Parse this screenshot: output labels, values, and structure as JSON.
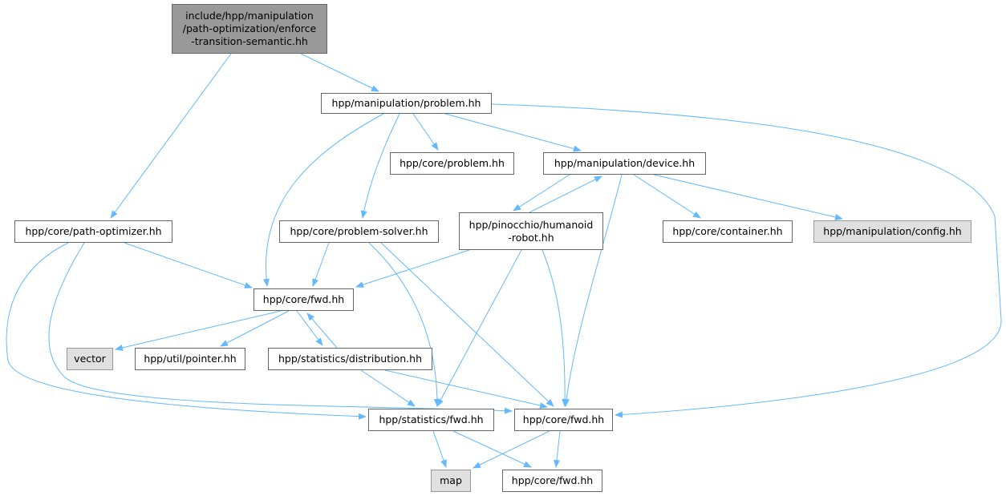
{
  "edge_color": "#63b8ff",
  "nodes": [
    {
      "id": "root",
      "label": "include/hpp/manipulation\n/path-optimization/enforce\n-transition-semantic.hh",
      "kind": "root"
    },
    {
      "id": "mproblem",
      "label": "hpp/manipulation/problem.hh",
      "kind": "normal"
    },
    {
      "id": "cproblem",
      "label": "hpp/core/problem.hh",
      "kind": "normal"
    },
    {
      "id": "device",
      "label": "hpp/manipulation/device.hh",
      "kind": "normal"
    },
    {
      "id": "pathopt",
      "label": "hpp/core/path-optimizer.hh",
      "kind": "normal"
    },
    {
      "id": "psolver",
      "label": "hpp/core/problem-solver.hh",
      "kind": "normal"
    },
    {
      "id": "humanoid",
      "label": "hpp/pinocchio/humanoid\n-robot.hh",
      "kind": "normal"
    },
    {
      "id": "container",
      "label": "hpp/core/container.hh",
      "kind": "normal"
    },
    {
      "id": "config",
      "label": "hpp/manipulation/config.hh",
      "kind": "external"
    },
    {
      "id": "cfwd1",
      "label": "hpp/core/fwd.hh",
      "kind": "normal"
    },
    {
      "id": "vector",
      "label": "vector",
      "kind": "external"
    },
    {
      "id": "pointer",
      "label": "hpp/util/pointer.hh",
      "kind": "normal"
    },
    {
      "id": "distrib",
      "label": "hpp/statistics/distribution.hh",
      "kind": "normal"
    },
    {
      "id": "sfwd",
      "label": "hpp/statistics/fwd.hh",
      "kind": "normal"
    },
    {
      "id": "cfwd2",
      "label": "hpp/core/fwd.hh",
      "kind": "normal"
    },
    {
      "id": "map",
      "label": "map",
      "kind": "external"
    },
    {
      "id": "cfwd3",
      "label": "hpp/core/fwd.hh",
      "kind": "normal"
    }
  ],
  "edges": [
    [
      "root",
      "pathopt"
    ],
    [
      "root",
      "mproblem"
    ],
    [
      "mproblem",
      "cproblem"
    ],
    [
      "mproblem",
      "device"
    ],
    [
      "mproblem",
      "psolver"
    ],
    [
      "mproblem",
      "cfwd1"
    ],
    [
      "mproblem",
      "cfwd2"
    ],
    [
      "device",
      "humanoid"
    ],
    [
      "humanoid",
      "device"
    ],
    [
      "device",
      "cfwd2"
    ],
    [
      "device",
      "container"
    ],
    [
      "device",
      "config"
    ],
    [
      "pathopt",
      "cfwd1"
    ],
    [
      "pathopt",
      "sfwd"
    ],
    [
      "pathopt",
      "cfwd2"
    ],
    [
      "psolver",
      "cfwd1"
    ],
    [
      "psolver",
      "sfwd"
    ],
    [
      "psolver",
      "cfwd2"
    ],
    [
      "humanoid",
      "cfwd1"
    ],
    [
      "humanoid",
      "sfwd"
    ],
    [
      "humanoid",
      "cfwd2"
    ],
    [
      "cfwd1",
      "vector"
    ],
    [
      "cfwd1",
      "pointer"
    ],
    [
      "cfwd1",
      "distrib"
    ],
    [
      "distrib",
      "cfwd1"
    ],
    [
      "distrib",
      "sfwd"
    ],
    [
      "distrib",
      "cfwd2"
    ],
    [
      "sfwd",
      "map"
    ],
    [
      "sfwd",
      "cfwd3"
    ],
    [
      "cfwd2",
      "map"
    ],
    [
      "cfwd2",
      "cfwd3"
    ]
  ]
}
